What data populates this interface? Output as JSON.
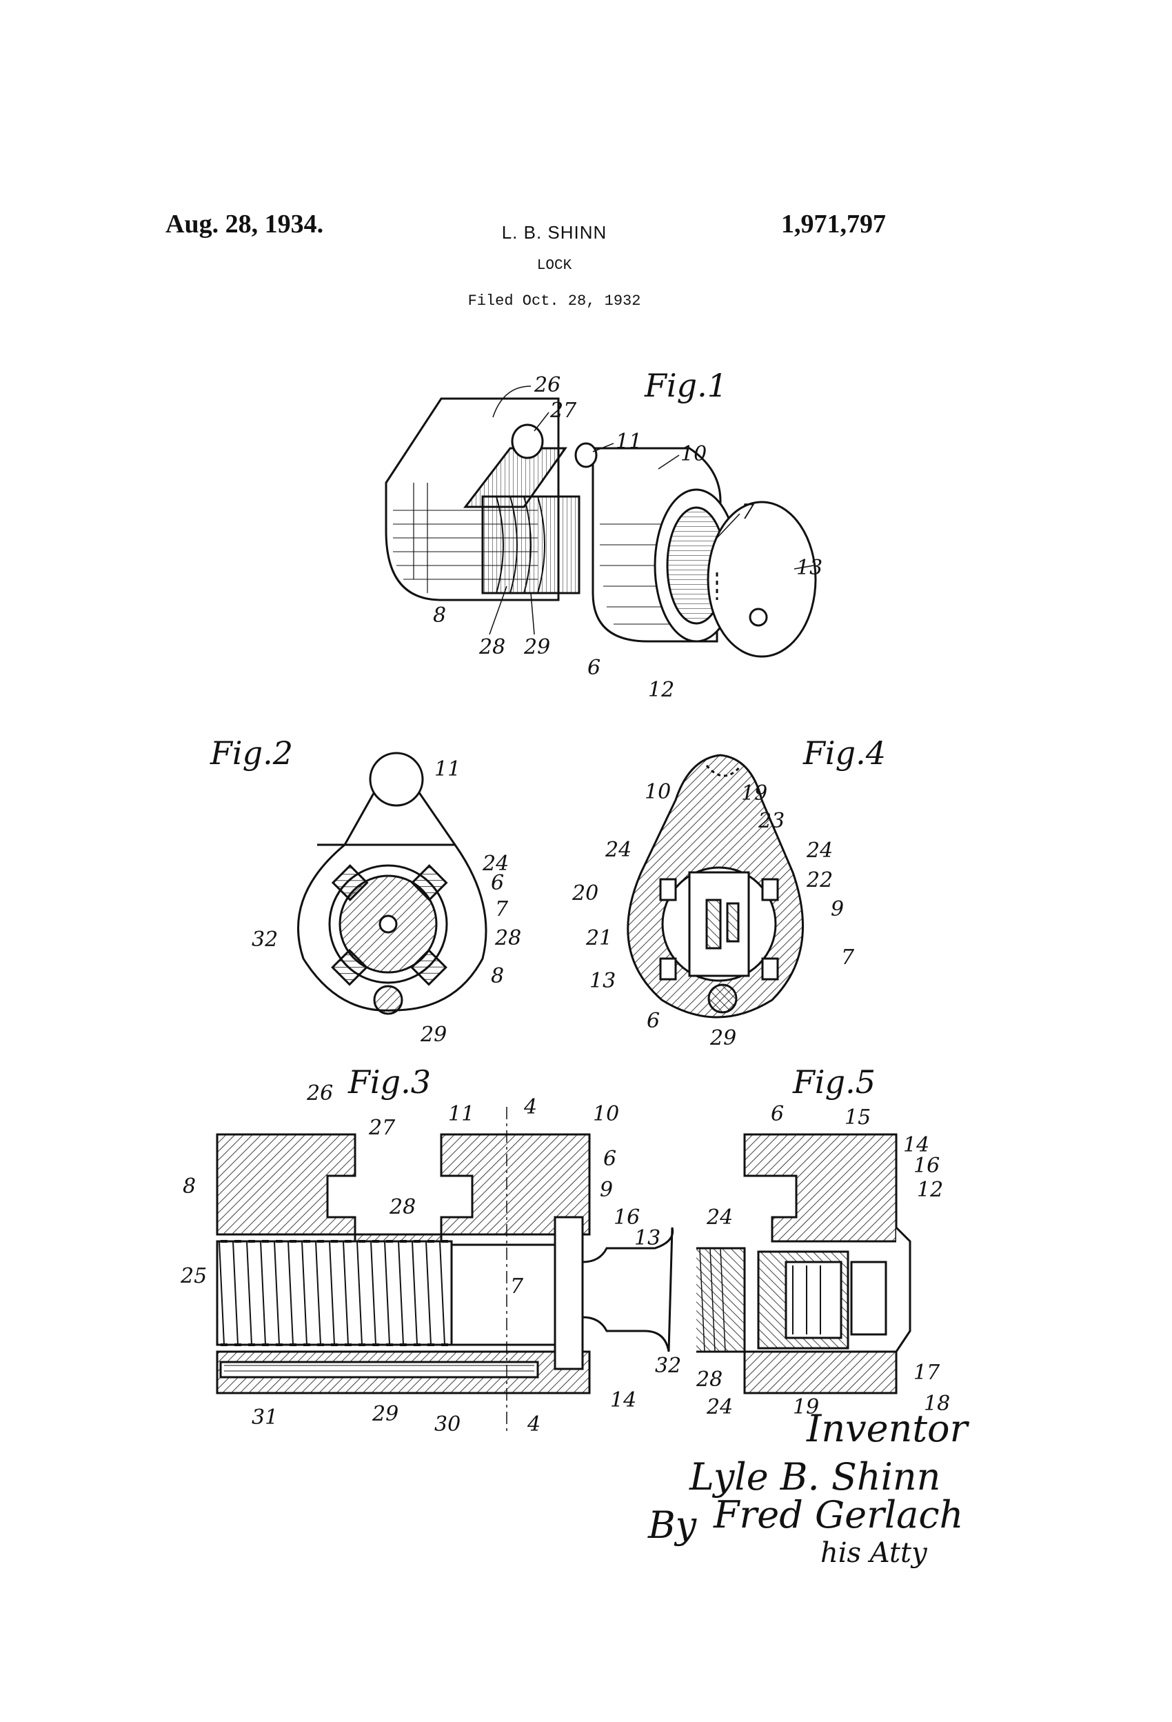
{
  "header": {
    "date": "Aug. 28, 1934.",
    "inventor_name": "L. B. SHINN",
    "patent_number": "1,971,797",
    "title": "LOCK",
    "filed": "Filed Oct. 28, 1932"
  },
  "figures": {
    "fig1": {
      "caption": "Fig.1",
      "labels": [
        "26",
        "27",
        "11",
        "10",
        "7",
        "13",
        "8",
        "28",
        "29",
        "6",
        "12"
      ]
    },
    "fig2": {
      "caption": "Fig.2",
      "labels": [
        "11",
        "24",
        "6",
        "7",
        "28",
        "8",
        "32",
        "29"
      ]
    },
    "fig4": {
      "caption": "Fig.4",
      "labels": [
        "10",
        "19",
        "23",
        "24",
        "24",
        "22",
        "9",
        "20",
        "21",
        "7",
        "13",
        "6",
        "29"
      ]
    },
    "fig3": {
      "caption": "Fig.3",
      "labels": [
        "26",
        "27",
        "11",
        "4",
        "10",
        "6",
        "9",
        "16",
        "13",
        "8",
        "28",
        "25",
        "7",
        "31",
        "29",
        "30",
        "4",
        "14"
      ]
    },
    "fig5": {
      "caption": "Fig.5",
      "labels": [
        "6",
        "15",
        "14",
        "16",
        "12",
        "24",
        "32",
        "28",
        "24",
        "19",
        "17",
        "18"
      ]
    }
  },
  "signature": {
    "inventor_label": "Inventor",
    "inventor_signature": "Lyle B. Shinn",
    "by": "By",
    "attorney": "Fred Gerlach",
    "attorney_suffix": "his Atty"
  }
}
